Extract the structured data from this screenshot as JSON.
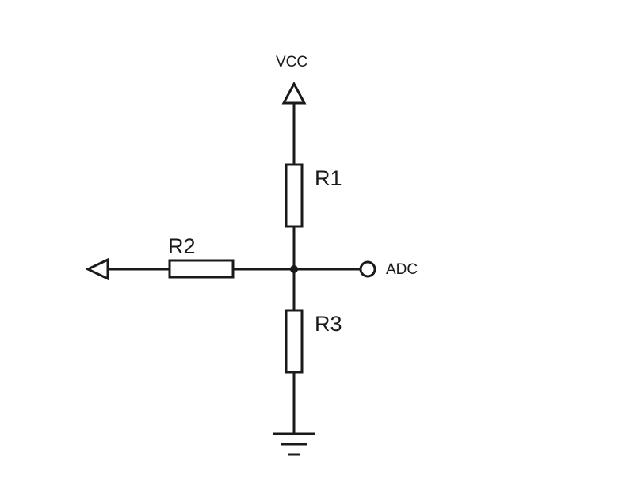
{
  "diagram": {
    "labels": {
      "vcc": "VCC",
      "adc": "ADC",
      "r1": "R1",
      "r2": "R2",
      "r3": "R3"
    }
  }
}
